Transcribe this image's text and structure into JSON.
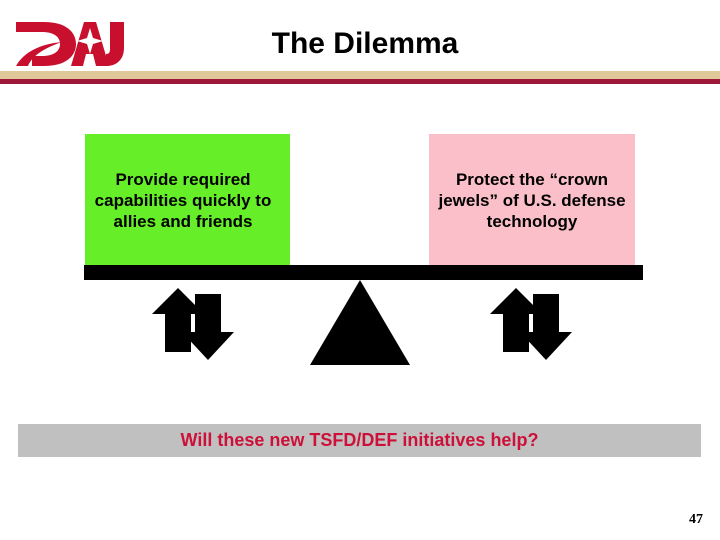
{
  "header": {
    "title": "The Dilemma",
    "logo_text": "DAU",
    "logo_name": "dau-logo",
    "rule_tan_color": "#e0c89a",
    "rule_red_color": "#9e1638",
    "logo_color": "#c8102e"
  },
  "diagram": {
    "type": "balance-seesaw",
    "left_box": {
      "text": "Provide required capabilities quickly to allies and friends",
      "color": "#66ef28"
    },
    "right_box": {
      "text": "Protect the “crown jewels” of U.S. defense technology",
      "color": "#fbbfc9"
    },
    "beam_color": "#000000",
    "fulcrum_color": "#000000",
    "arrows": {
      "left": "up-down-arrows",
      "right": "up-down-arrows",
      "color": "#000000"
    }
  },
  "banner": {
    "text": "Will these new TSFD/DEF initiatives help?",
    "background": "#c0c0c0",
    "text_color": "#cc1039"
  },
  "footer": {
    "page_number": "47"
  }
}
